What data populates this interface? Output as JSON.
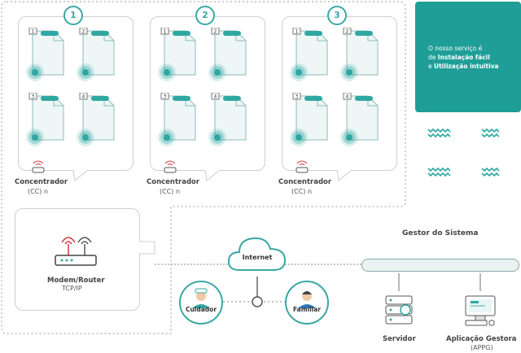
{
  "groups": [
    {
      "number": "1",
      "label": "Concentrador",
      "sublabel": "(CC) n",
      "docs": [
        "1",
        "2",
        "3",
        "4"
      ]
    },
    {
      "number": "2",
      "label": "Concentrador",
      "sublabel": "(CC) n",
      "docs": [
        "1",
        "2",
        "3",
        "4"
      ]
    },
    {
      "number": "3",
      "label": "Concentrador",
      "sublabel": "(CC) n",
      "docs": [
        "1",
        "2",
        "3",
        "4"
      ]
    }
  ],
  "info": {
    "line1": "O nosso serviço é",
    "line2_prefix": "de ",
    "line2_bold": "Instalação fácil",
    "line3_prefix": "e ",
    "line3_bold": "Utilização intuitiva"
  },
  "modem": {
    "label": "Modem/Router",
    "sublabel": "TCP/IP"
  },
  "internet": {
    "label": "Internet"
  },
  "cuidador": {
    "label": "Cuidador"
  },
  "familiar": {
    "label": "Familiar"
  },
  "gestor": {
    "title": "Gestor do Sistema"
  },
  "servidor": {
    "label": "Servidor"
  },
  "appg": {
    "label": "Aplicação Gestora",
    "sublabel": "(APPG)"
  },
  "colors": {
    "teal": "#1f9e97",
    "accent": "#3aa8a4",
    "wifi_red": "#d23a3a"
  }
}
